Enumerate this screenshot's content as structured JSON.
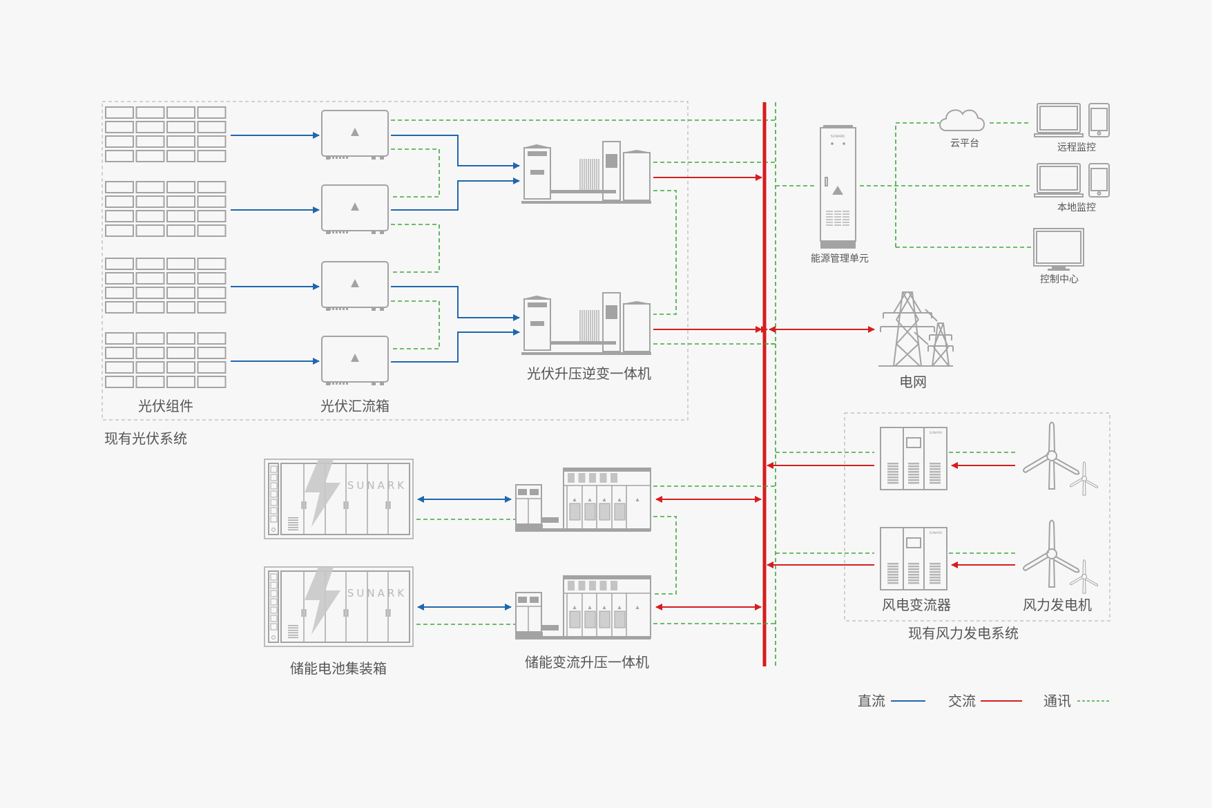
{
  "colors": {
    "dc": "#1f67ad",
    "ac": "#d81c1f",
    "comm": "#3fa73a",
    "equipment": "#a3a3a3",
    "text": "#555555",
    "background": "#f7f7f7"
  },
  "groups": {
    "pv_system": "现有光伏系统",
    "wind_system": "现有风力发电系统"
  },
  "labels": {
    "pv_modules": "光伏组件",
    "combiner_box": "光伏汇流箱",
    "pv_inverter_station": "光伏升压逆变一体机",
    "ems": "能源管理单元",
    "cloud": "云平台",
    "remote_monitor": "远程监控",
    "local_monitor": "本地监控",
    "control_center": "控制中心",
    "grid": "电网",
    "wind_converter": "风电变流器",
    "wind_turbine": "风力发电机",
    "battery_container": "储能电池集装箱",
    "storage_pcs_station": "储能变流升压一体机"
  },
  "brand": "SUNARK",
  "legend": [
    {
      "label": "直流",
      "type": "dc"
    },
    {
      "label": "交流",
      "type": "ac"
    },
    {
      "label": "通讯",
      "type": "comm"
    }
  ]
}
